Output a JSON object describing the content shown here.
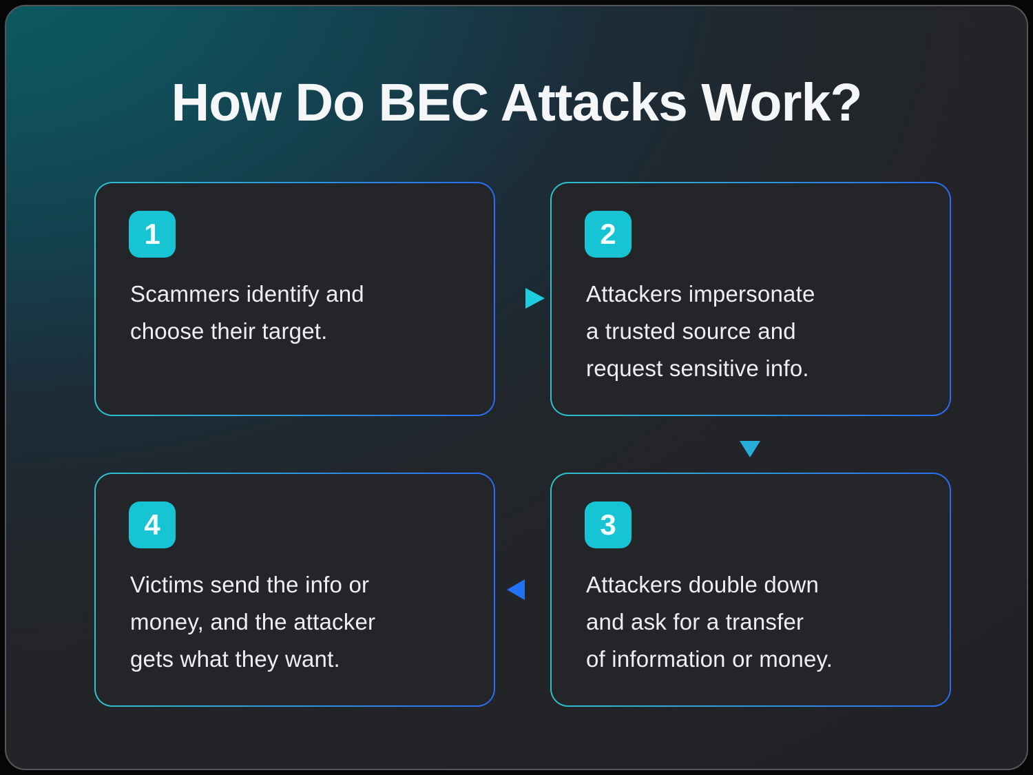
{
  "title": "How Do BEC Attacks Work?",
  "steps": [
    {
      "number": "1",
      "text": "Scammers identify and\nchoose their target."
    },
    {
      "number": "2",
      "text": "Attackers impersonate\na trusted source and\nrequest sensitive info."
    },
    {
      "number": "3",
      "text": "Attackers double down\nand ask for a transfer\nof information or money."
    },
    {
      "number": "4",
      "text": "Victims send the info or\nmoney, and the attacker\ngets what they want."
    }
  ],
  "connections": [
    {
      "from": "1",
      "to": "2",
      "direction": "right",
      "icon": "arrow-right-icon"
    },
    {
      "from": "2",
      "to": "3",
      "direction": "down",
      "icon": "arrow-down-icon"
    },
    {
      "from": "3",
      "to": "4",
      "direction": "left",
      "icon": "arrow-left-icon"
    }
  ],
  "colors": {
    "accent_cyan": "#16c4d3",
    "accent_blue": "#2b6cf2",
    "arrow_blue": "#2196e0",
    "arrowhead_cyan": "#1fcede",
    "arrowhead_blue": "#2472f4",
    "card_background": "#242528",
    "background_teal_glow": "#0d5d64",
    "page_background": "#000000",
    "frame_stroke": "#54565a",
    "text": "#edeff1",
    "title_text": "#f4f6f8"
  }
}
